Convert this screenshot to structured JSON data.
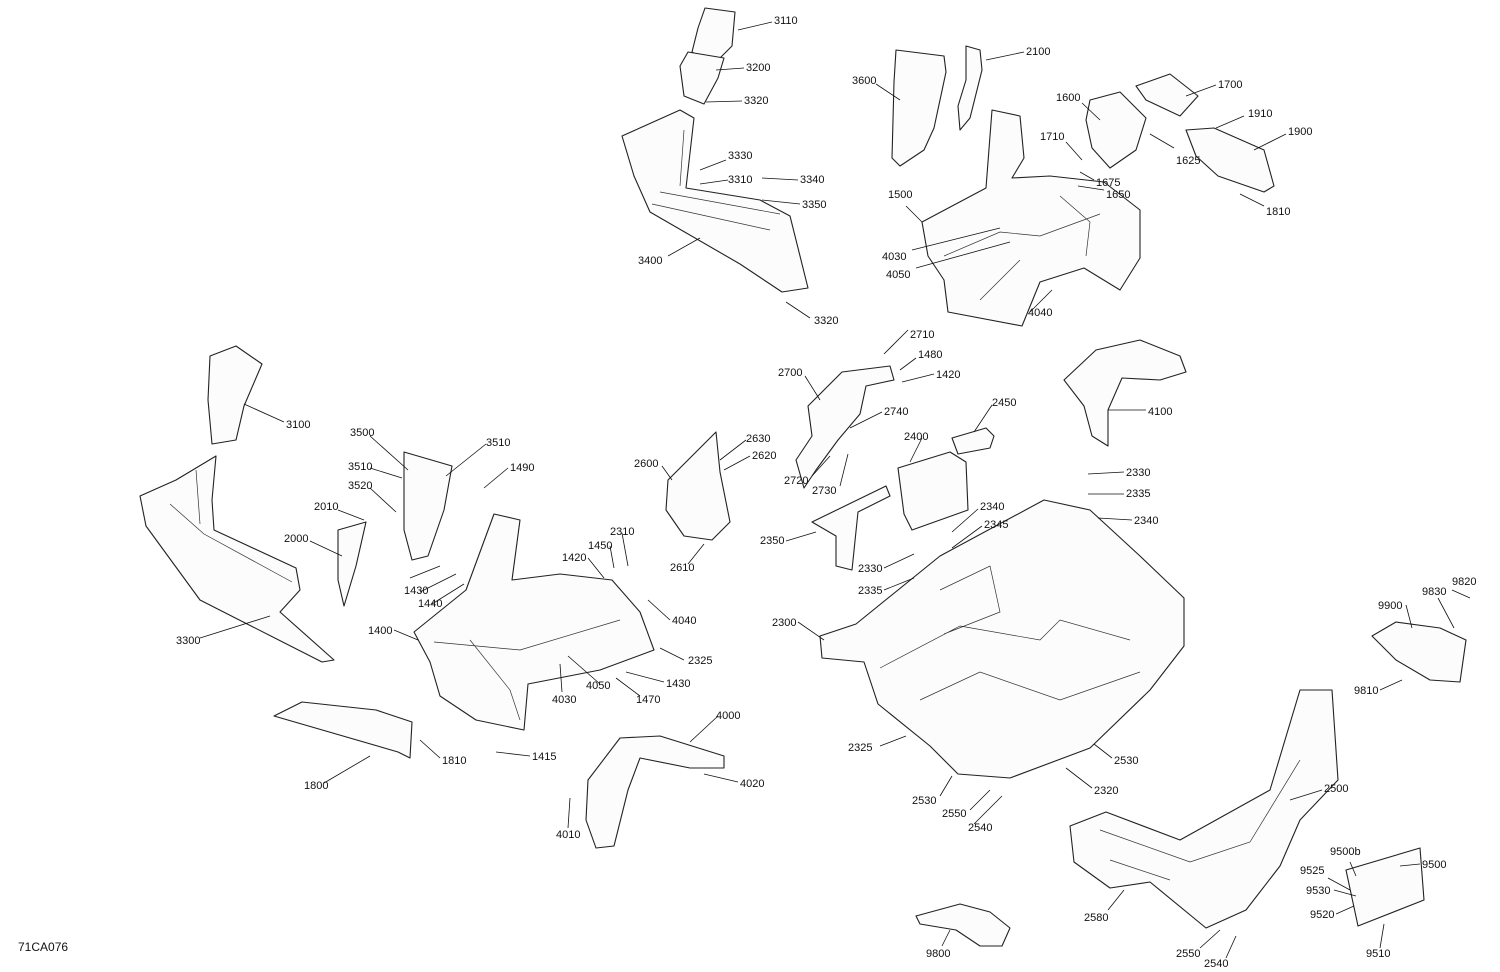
{
  "diagram": {
    "code": "71CA076",
    "callouts": [
      {
        "id": "c3110",
        "label": "3110"
      },
      {
        "id": "c3200",
        "label": "3200"
      },
      {
        "id": "c3320a",
        "label": "3320"
      },
      {
        "id": "c3330",
        "label": "3330"
      },
      {
        "id": "c3310",
        "label": "3310"
      },
      {
        "id": "c3340",
        "label": "3340"
      },
      {
        "id": "c3350",
        "label": "3350"
      },
      {
        "id": "c3400",
        "label": "3400"
      },
      {
        "id": "c3320b",
        "label": "3320"
      },
      {
        "id": "c3600",
        "label": "3600"
      },
      {
        "id": "c2100",
        "label": "2100"
      },
      {
        "id": "c1600",
        "label": "1600"
      },
      {
        "id": "c1700",
        "label": "1700"
      },
      {
        "id": "c1910",
        "label": "1910"
      },
      {
        "id": "c1900",
        "label": "1900"
      },
      {
        "id": "c1710",
        "label": "1710"
      },
      {
        "id": "c1625",
        "label": "1625"
      },
      {
        "id": "c1675",
        "label": "1675"
      },
      {
        "id": "c1650",
        "label": "1650"
      },
      {
        "id": "c1810a",
        "label": "1810"
      },
      {
        "id": "c1500",
        "label": "1500"
      },
      {
        "id": "c4030a",
        "label": "4030"
      },
      {
        "id": "c4050a",
        "label": "4050"
      },
      {
        "id": "c4040a",
        "label": "4040"
      },
      {
        "id": "c2710",
        "label": "2710"
      },
      {
        "id": "c1480",
        "label": "1480"
      },
      {
        "id": "c1420a",
        "label": "1420"
      },
      {
        "id": "c2700",
        "label": "2700"
      },
      {
        "id": "c2740",
        "label": "2740"
      },
      {
        "id": "c2450",
        "label": "2450"
      },
      {
        "id": "c4100",
        "label": "4100"
      },
      {
        "id": "c2400",
        "label": "2400"
      },
      {
        "id": "c2630",
        "label": "2630"
      },
      {
        "id": "c2620",
        "label": "2620"
      },
      {
        "id": "c2600",
        "label": "2600"
      },
      {
        "id": "c2720",
        "label": "2720"
      },
      {
        "id": "c2730",
        "label": "2730"
      },
      {
        "id": "c3100",
        "label": "3100"
      },
      {
        "id": "c3500",
        "label": "3500"
      },
      {
        "id": "c3510a",
        "label": "3510"
      },
      {
        "id": "c3510b",
        "label": "3510"
      },
      {
        "id": "c1490",
        "label": "1490"
      },
      {
        "id": "c3520",
        "label": "3520"
      },
      {
        "id": "c2010",
        "label": "2010"
      },
      {
        "id": "c2000",
        "label": "2000"
      },
      {
        "id": "c2330a",
        "label": "2330"
      },
      {
        "id": "c2335a",
        "label": "2335"
      },
      {
        "id": "c2340a",
        "label": "2340"
      },
      {
        "id": "c2345",
        "label": "2345"
      },
      {
        "id": "c2340b",
        "label": "2340"
      },
      {
        "id": "c2350",
        "label": "2350"
      },
      {
        "id": "c2610",
        "label": "2610"
      },
      {
        "id": "c2310",
        "label": "2310"
      },
      {
        "id": "c1450",
        "label": "1450"
      },
      {
        "id": "c1420b",
        "label": "1420"
      },
      {
        "id": "c1430a",
        "label": "1430"
      },
      {
        "id": "c1440",
        "label": "1440"
      },
      {
        "id": "c2330b",
        "label": "2330"
      },
      {
        "id": "c2335b",
        "label": "2335"
      },
      {
        "id": "c4040b",
        "label": "4040"
      },
      {
        "id": "c3300",
        "label": "3300"
      },
      {
        "id": "c1400",
        "label": "1400"
      },
      {
        "id": "c2300",
        "label": "2300"
      },
      {
        "id": "c2325a",
        "label": "2325"
      },
      {
        "id": "c9820",
        "label": "9820"
      },
      {
        "id": "c9900",
        "label": "9900"
      },
      {
        "id": "c9830",
        "label": "9830"
      },
      {
        "id": "c4030b",
        "label": "4030"
      },
      {
        "id": "c4050b",
        "label": "4050"
      },
      {
        "id": "c1430b",
        "label": "1430"
      },
      {
        "id": "c1470",
        "label": "1470"
      },
      {
        "id": "c9810",
        "label": "9810"
      },
      {
        "id": "c4000",
        "label": "4000"
      },
      {
        "id": "c1415",
        "label": "1415"
      },
      {
        "id": "c1810b",
        "label": "1810"
      },
      {
        "id": "c1800",
        "label": "1800"
      },
      {
        "id": "c2325b",
        "label": "2325"
      },
      {
        "id": "c2530a",
        "label": "2530"
      },
      {
        "id": "c2320",
        "label": "2320"
      },
      {
        "id": "c4020",
        "label": "4020"
      },
      {
        "id": "c2500",
        "label": "2500"
      },
      {
        "id": "c2530b",
        "label": "2530"
      },
      {
        "id": "c2550a",
        "label": "2550"
      },
      {
        "id": "c2540a",
        "label": "2540"
      },
      {
        "id": "c4010",
        "label": "4010"
      },
      {
        "id": "c9500b",
        "label": "9500b"
      },
      {
        "id": "c9500",
        "label": "9500"
      },
      {
        "id": "c9525",
        "label": "9525"
      },
      {
        "id": "c9530",
        "label": "9530"
      },
      {
        "id": "c9520",
        "label": "9520"
      },
      {
        "id": "c2580",
        "label": "2580"
      },
      {
        "id": "c9510",
        "label": "9510"
      },
      {
        "id": "c2550b",
        "label": "2550"
      },
      {
        "id": "c2540b",
        "label": "2540"
      },
      {
        "id": "c9800",
        "label": "9800"
      }
    ]
  }
}
